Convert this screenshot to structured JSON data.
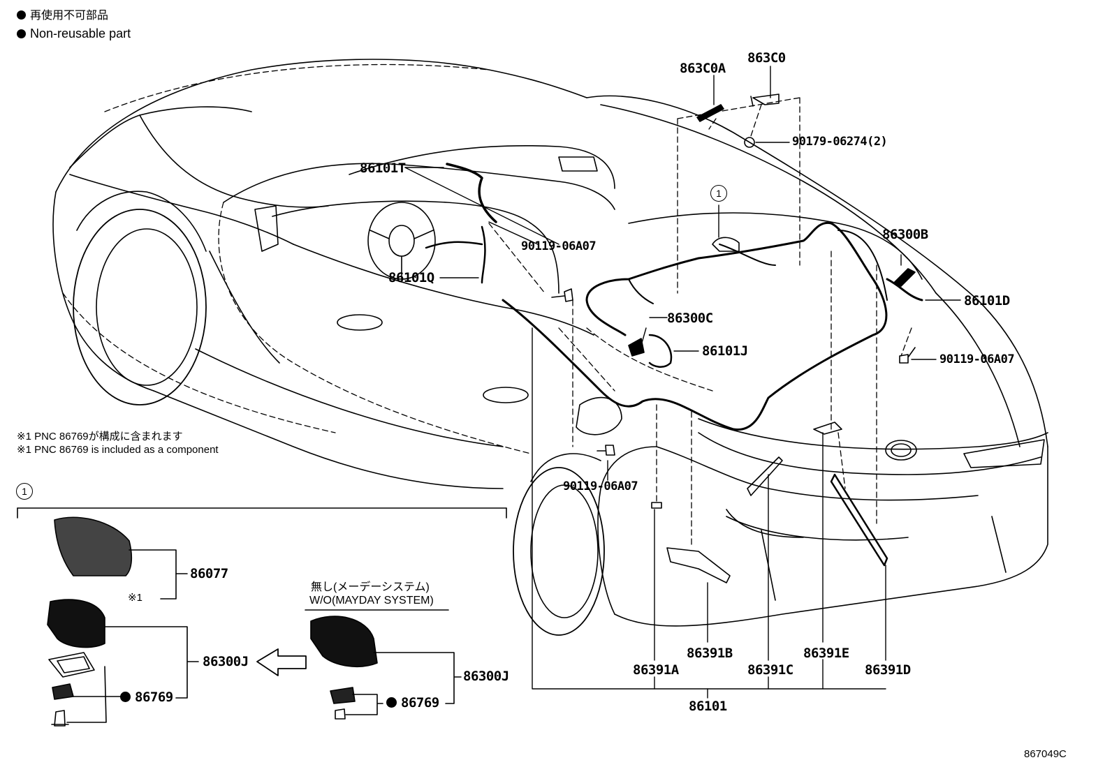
{
  "legend": {
    "jp": "再使用不可部品",
    "en": "Non-reusable part"
  },
  "notes": {
    "pnc_jp": "※1 PNC 86769が構成に含まれます",
    "pnc_en": "※1 PNC 86769 is included as a component"
  },
  "callouts": {
    "c_863C0A": "863C0A",
    "c_863C0": "863C0",
    "c_90179": "90179-06274(2)",
    "c_86101T": "86101T",
    "c_90119_a": "90119-06A07",
    "c_86101Q": "86101Q",
    "c_86300C": "86300C",
    "c_86101J": "86101J",
    "c_86300B": "86300B",
    "c_86101D": "86101D",
    "c_90119_b": "90119-06A07",
    "c_90119_c": "90119-06A07",
    "c_86391A": "86391A",
    "c_86391B": "86391B",
    "c_86391C": "86391C",
    "c_86391E": "86391E",
    "c_86391D": "86391D",
    "c_86101": "86101",
    "c_86077": "86077",
    "c_note1": "※1",
    "c_86300J_a": "86300J",
    "c_86769_a": "86769",
    "c_86300J_b": "86300J",
    "c_86769_b": "86769"
  },
  "detail": {
    "ref_mark": "1",
    "mayday_jp": "無し(メーデーシステム)",
    "mayday_en": "W/O(MAYDAY SYSTEM)"
  },
  "diagram_id": "867049C"
}
